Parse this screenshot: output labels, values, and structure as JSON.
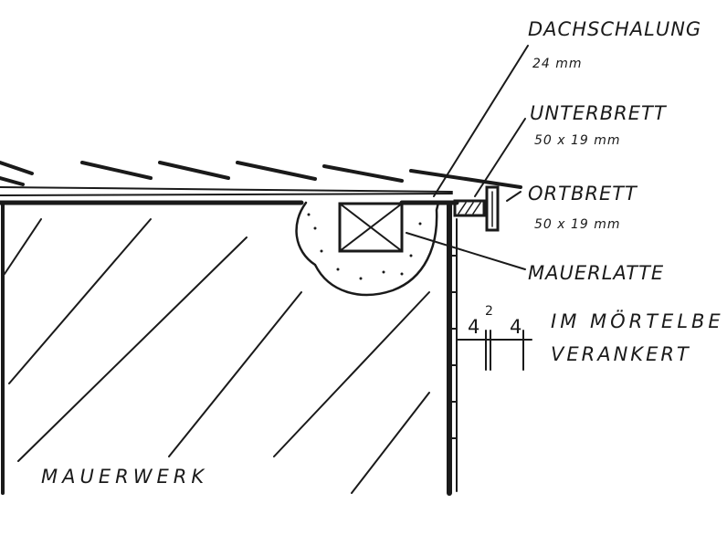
{
  "labels": {
    "dachschalung": "DACHSCHALUNG",
    "dachschalung_size": "24 mm",
    "unterbrett": "UNTERBRETT",
    "unterbrett_size": "50 x 19 mm",
    "ortbrett": "ORTBRETT",
    "ortbrett_size": "50 x 19 mm",
    "mauerlatte": "MAUERLATTE",
    "mauerlatte_note_1": "IM MÖRTELBE",
    "mauerlatte_note_2": "VERANKERT",
    "mauerwerk": "MAUERWERK"
  },
  "dimensions": [
    "4",
    "2",
    "4"
  ]
}
